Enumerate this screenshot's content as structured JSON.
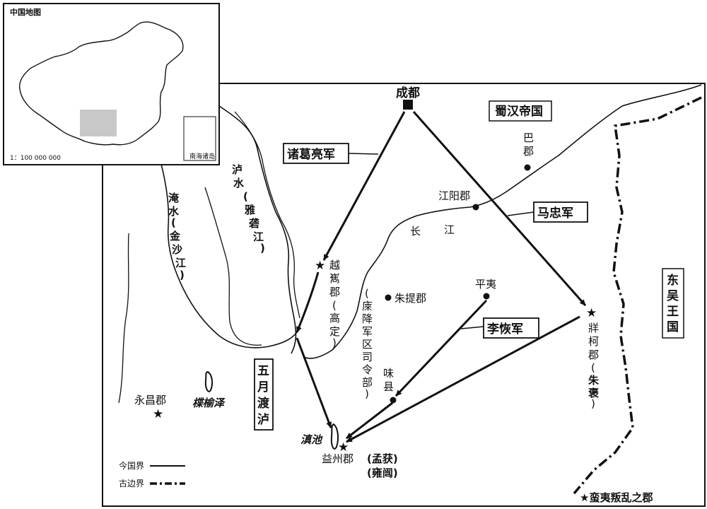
{
  "inset": {
    "title": "中国地图",
    "scale": "1：100 000 000",
    "islands_label": "南海诸岛"
  },
  "map": {
    "capital": "成都",
    "empire": "蜀汉帝国",
    "wu": [
      "东",
      "吴",
      "王",
      "国"
    ],
    "armies": {
      "zhuge": "诸葛亮军",
      "ma": "马忠军",
      "li": "李恢军"
    },
    "ford": [
      "五",
      "月",
      "渡",
      "泸"
    ],
    "places": {
      "ba": [
        "巴",
        "郡"
      ],
      "jiangyang": "江阳郡",
      "pingyi": "平夷",
      "zhuti": "朱提郡",
      "weixian": [
        "味",
        "县"
      ],
      "yongchang": "永昌郡",
      "yizhou": "益州郡",
      "yizhou_leader1": "(孟获)",
      "yizhou_leader2": "(雍闿)",
      "yuexi": [
        "越",
        "嶲",
        "郡"
      ],
      "yuexi_sub": [
        "(",
        "高",
        "定",
        ")"
      ],
      "zangke": [
        "牂",
        "柯",
        "郡"
      ],
      "zangke_sub": [
        "(",
        "朱",
        "褒",
        ")"
      ],
      "laixiang": [
        "(",
        "庲",
        "降",
        "军",
        "区",
        "司",
        "令",
        "部",
        ")"
      ]
    },
    "rivers": {
      "yanshui": [
        "淹",
        "水"
      ],
      "jinsha": [
        "(",
        "金",
        "沙",
        "江",
        ")"
      ],
      "lushui": [
        "泸",
        "水"
      ],
      "yaruo": [
        "(",
        "雅",
        "砻",
        "江",
        ")"
      ],
      "changjiang": [
        "长",
        "江"
      ]
    },
    "lakes": {
      "dianchi": "滇池",
      "yeyu": "楪榆泽"
    }
  },
  "legend": {
    "modern_border": "今国界",
    "ancient_border": "古边界",
    "rebel": "★蛮夷叛乱之郡"
  },
  "colors": {
    "ink": "#111111",
    "highlight": "#c8c8c8"
  }
}
